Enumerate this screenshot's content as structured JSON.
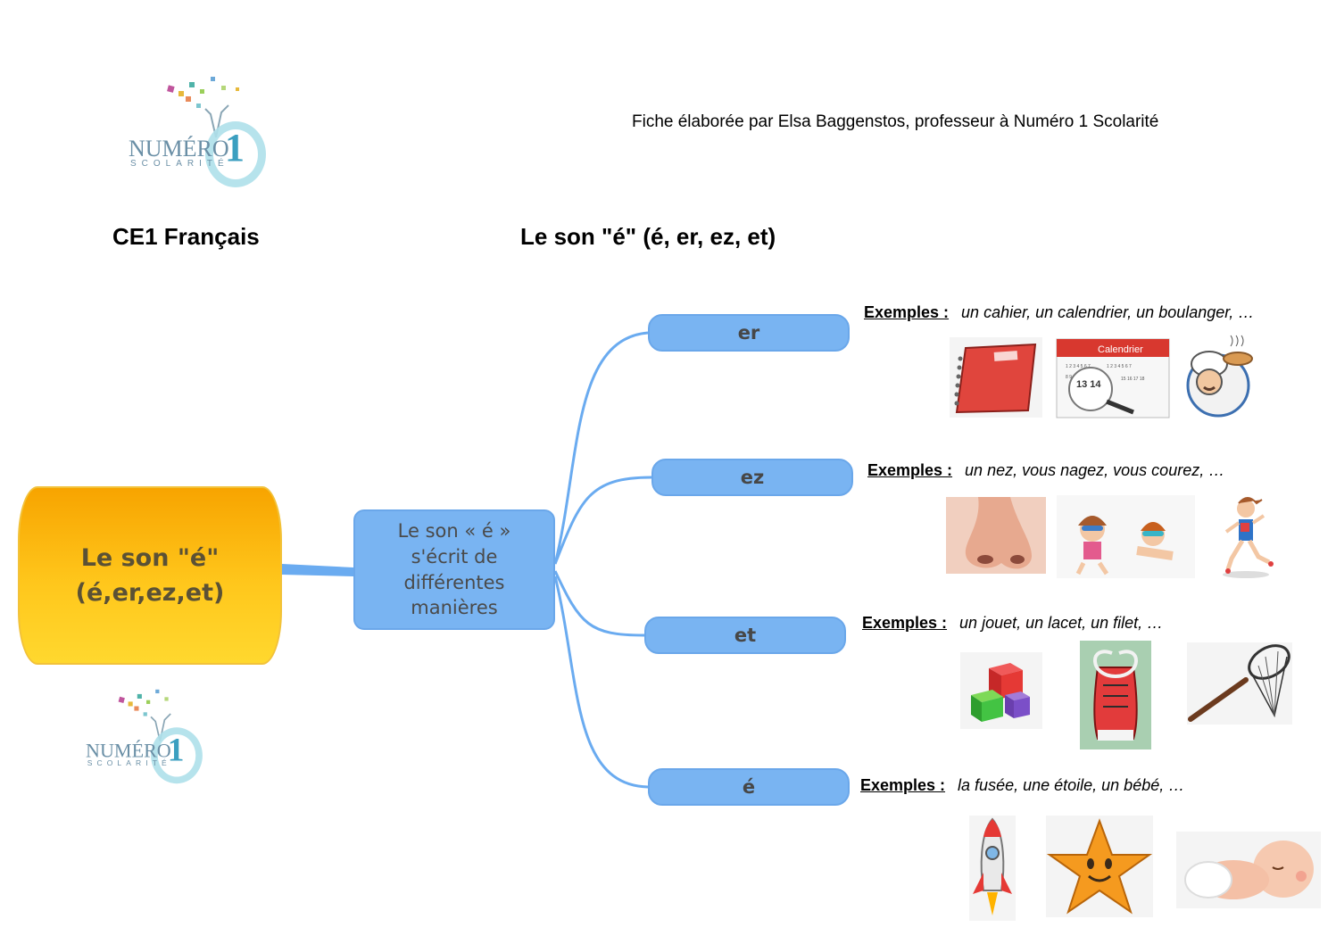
{
  "header": {
    "credit": "Fiche élaborée par Elsa Baggenstos, professeur à Numéro 1 Scolarité",
    "subject": "CE1 Français",
    "title": "Le son \"é\" (é, er, ez, et)"
  },
  "logo": {
    "word": "NUMÉRO",
    "number": "1",
    "sub": "SCOLARITÉ"
  },
  "map": {
    "main": "Le son \"é\"\n(é,er,ez,et)",
    "center": "Le son « é »\ns'écrit de\ndifférentes\nmanières",
    "branches": [
      {
        "label": "er",
        "examples_label": "Exemples :",
        "examples": "un cahier, un calendrier, un boulanger, …"
      },
      {
        "label": "ez",
        "examples_label": "Exemples :",
        "examples": "un nez, vous nagez, vous courez, …"
      },
      {
        "label": "et",
        "examples_label": "Exemples :",
        "examples": "un jouet, un lacet, un filet, …"
      },
      {
        "label": "é",
        "examples_label": "Exemples :",
        "examples": "la fusée, une étoile, un bébé, …"
      }
    ],
    "calendar_word": "Calendrier",
    "calendar_days": "13 14"
  },
  "colors": {
    "branch_blue": "#79b4f2",
    "link_blue": "#6aabf0",
    "main_orange": "#f7a400",
    "main_yellow": "#ffd82e"
  },
  "icons": [
    "logo-icon",
    "notebook-icon",
    "calendar-icon",
    "baker-icon",
    "nose-icon",
    "swimmers-icon",
    "runner-icon",
    "toy-blocks-icon",
    "shoelace-icon",
    "net-icon",
    "rocket-icon",
    "star-icon",
    "baby-icon"
  ]
}
